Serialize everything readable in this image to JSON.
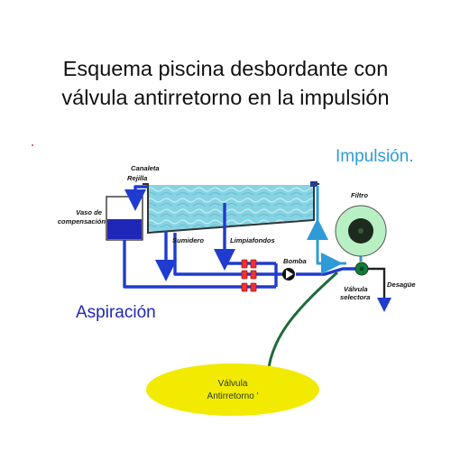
{
  "title": {
    "line1": "Esquema piscina desbordante con",
    "line2": "válvula antirretorno en la impulsión"
  },
  "labels": {
    "canaleta": "Canaleta",
    "rejilla": "Rejilla",
    "vaso_line1": "Vaso de",
    "vaso_line2": "compensación",
    "sumidero": "Sumidero",
    "limpiafondos": "Limpiafondos",
    "bomba": "Bomba",
    "filtro": "Filtro",
    "valvula_selectora_line1": "Válvula",
    "valvula_selectora_line2": "selectora",
    "desague": "Desagüe",
    "impulsion": "Impulsión.",
    "aspiracion": "Aspiración"
  },
  "callout": {
    "line1": "Válvula",
    "line2": "Antirretorno '"
  },
  "colors": {
    "suction_pipe": "#1f3bd0",
    "return_pipe": "#2e9bd6",
    "water": "#7fcfe0",
    "filter_body": "#b8f0c4",
    "callout_fill": "#f2ea00",
    "callout_line": "#1e6b3a",
    "drain": "#222222"
  }
}
